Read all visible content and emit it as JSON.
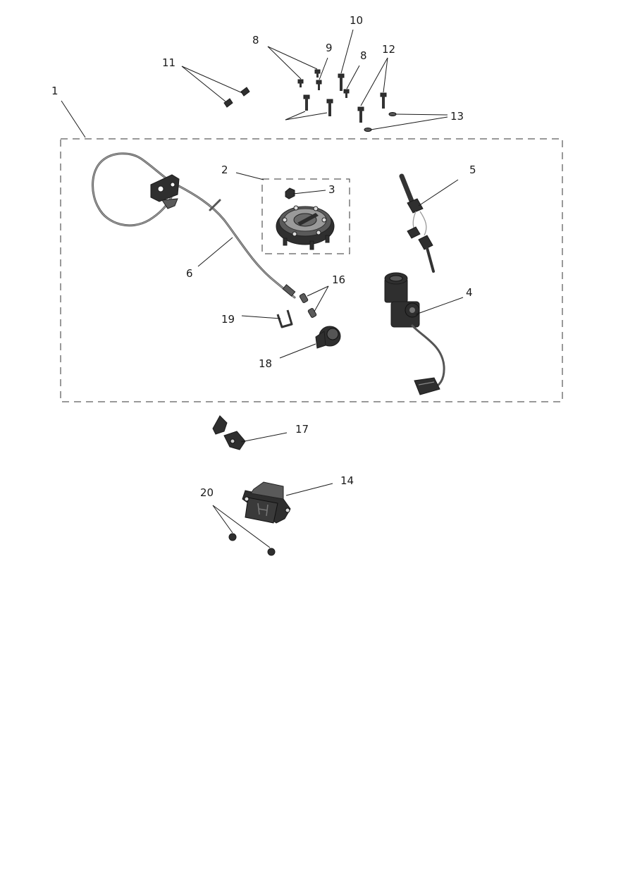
{
  "callouts": {
    "c1": "1",
    "c2": "2",
    "c3": "3",
    "c4": "4",
    "c5": "5",
    "c6": "6",
    "c8a": "8",
    "c8b": "8",
    "c9": "9",
    "c10": "10",
    "c11": "11",
    "c12": "12",
    "c13": "13",
    "c14": "14",
    "c16": "16",
    "c17": "17",
    "c18": "18",
    "c19": "19",
    "c20": "20"
  }
}
